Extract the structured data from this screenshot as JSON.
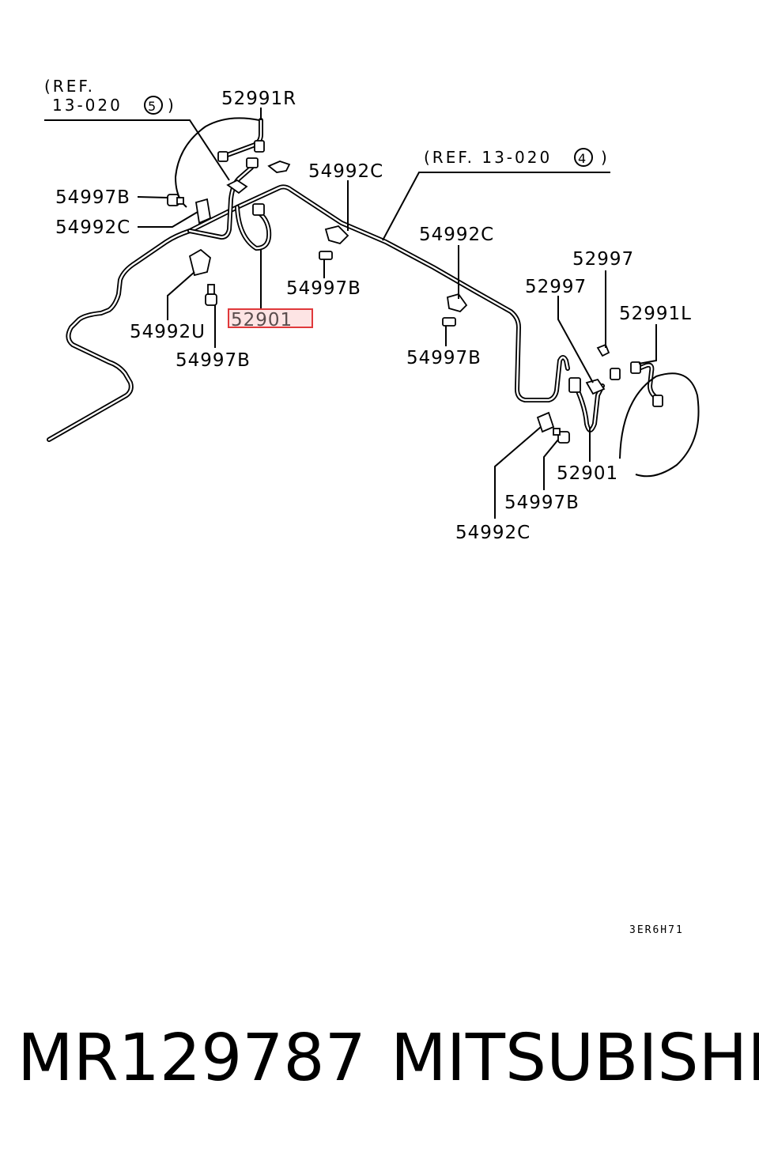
{
  "diagram": {
    "ref_left_line1": "(REF.",
    "ref_left_line2": "13-020",
    "ref_left_num": "5",
    "ref_left_close": ")",
    "ref_right": "(REF. 13-020",
    "ref_right_num": "4",
    "ref_right_close": ")",
    "labels": {
      "p52991R": "52991R",
      "p54997B_1": "54997B",
      "p54992C_1": "54992C",
      "p54992C_2": "54992C",
      "p54997B_2": "54997B",
      "p52901_1": "52901",
      "p54992U": "54992U",
      "p54997B_3": "54997B",
      "p54992C_3": "54992C",
      "p54997B_4": "54997B",
      "p52997_1": "52997",
      "p52997_2": "52997",
      "p52991L": "52991L",
      "p52901_2": "52901",
      "p54997B_5": "54997B",
      "p54992C_4": "54992C"
    },
    "highlight_color": "#e0393b",
    "drawing_code": "3ER6H71"
  },
  "footer": {
    "part_number": "MR129787",
    "brand": "MITSUBISHI"
  }
}
